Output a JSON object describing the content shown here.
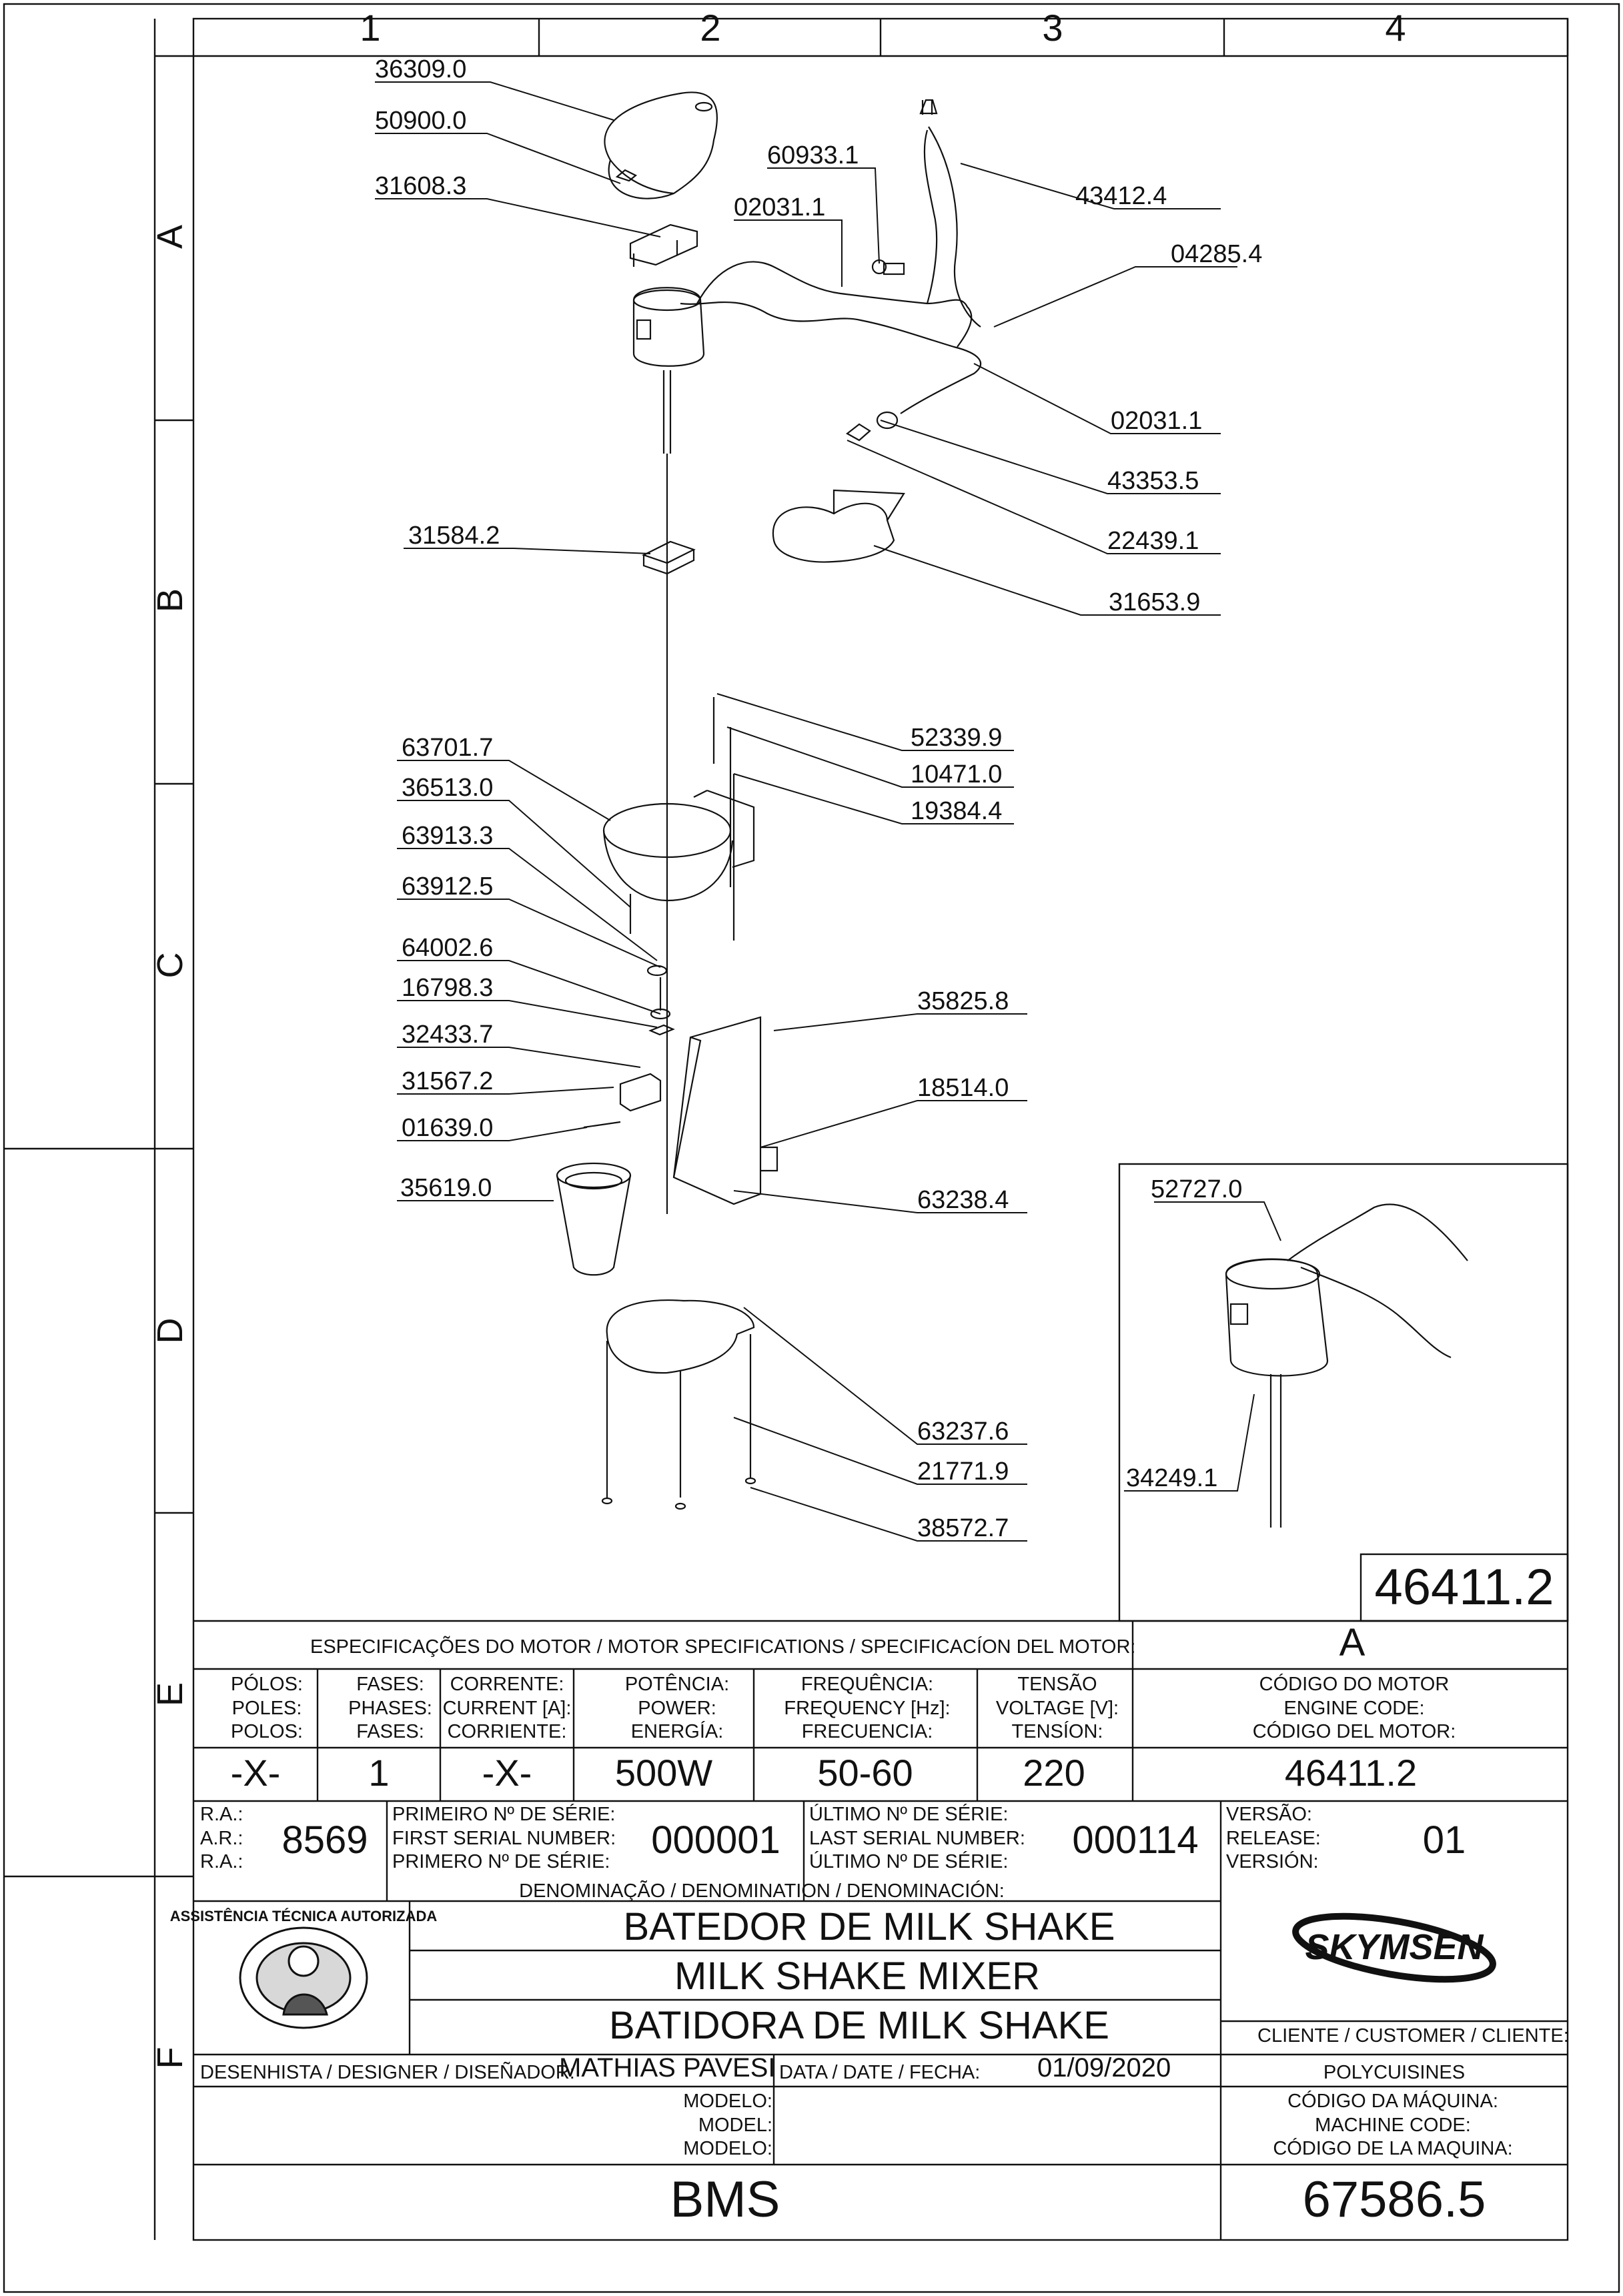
{
  "grid": {
    "columns": [
      "1",
      "2",
      "3",
      "4"
    ],
    "rows": [
      "A",
      "B",
      "C",
      "D",
      "E",
      "F"
    ]
  },
  "callouts": [
    {
      "id": "36309.0"
    },
    {
      "id": "50900.0"
    },
    {
      "id": "31608.3"
    },
    {
      "id": "60933.1"
    },
    {
      "id": "02031.1"
    },
    {
      "id": "43412.4"
    },
    {
      "id": "04285.4"
    },
    {
      "id": "02031.1"
    },
    {
      "id": "43353.5"
    },
    {
      "id": "22439.1"
    },
    {
      "id": "31584.2"
    },
    {
      "id": "31653.9"
    },
    {
      "id": "52339.9"
    },
    {
      "id": "10471.0"
    },
    {
      "id": "19384.4"
    },
    {
      "id": "63701.7"
    },
    {
      "id": "36513.0"
    },
    {
      "id": "63913.3"
    },
    {
      "id": "63912.5"
    },
    {
      "id": "64002.6"
    },
    {
      "id": "16798.3"
    },
    {
      "id": "32433.7"
    },
    {
      "id": "31567.2"
    },
    {
      "id": "01639.0"
    },
    {
      "id": "35825.8"
    },
    {
      "id": "18514.0"
    },
    {
      "id": "35619.0"
    },
    {
      "id": "63238.4"
    },
    {
      "id": "63237.6"
    },
    {
      "id": "21771.9"
    },
    {
      "id": "38572.7"
    }
  ],
  "inset": {
    "callouts": [
      {
        "id": "52727.0"
      },
      {
        "id": "34249.1"
      }
    ],
    "motor_code": "46411.2"
  },
  "motor_spec": {
    "header": "ESPECIFICAÇÕES DO MOTOR / MOTOR SPECIFICATIONS / SPECIFICACÍON DEL MOTOR:",
    "version_letter": "A",
    "columns": [
      {
        "label": "PÓLOS:\nPOLES:\nPOLOS:",
        "value": "-X-"
      },
      {
        "label": "FASES:\nPHASES:\nFASES:",
        "value": "1"
      },
      {
        "label": "CORRENTE:\nCURRENT [A]:\nCORRIENTE:",
        "value": "-X-"
      },
      {
        "label": "POTÊNCIA:\nPOWER:\nENERGÍA:",
        "value": "500W"
      },
      {
        "label": "FREQUÊNCIA:\nFREQUENCY [Hz]:\nFRECUENCIA:",
        "value": "50-60"
      },
      {
        "label": "TENSÃO\nVOLTAGE [V]:\nTENSÍON:",
        "value": "220"
      },
      {
        "label": "CÓDIGO DO MOTOR\nENGINE CODE:\nCÓDIGO DEL MOTOR:",
        "value": "46411.2"
      }
    ]
  },
  "serials": {
    "ra_label": "R.A.:\nA.R.:\nR.A.:",
    "ra_value": "8569",
    "first_label": "PRIMEIRO Nº DE SÉRIE:\nFIRST SERIAL NUMBER:\nPRIMERO Nº DE SÉRIE:",
    "first_value": "000001",
    "last_label": "ÚLTIMO Nº DE SÉRIE:\nLAST SERIAL NUMBER:\nÚLTIMO Nº DE SÉRIE:",
    "last_value": "000114",
    "version_label": "VERSÃO:\nRELEASE:\nVERSIÓN:",
    "version_value": "01"
  },
  "title_block": {
    "denomination_label": "DENOMINAÇÃO / DENOMINATION / DENOMINACIÓN:",
    "names": [
      "BATEDOR DE MILK SHAKE",
      "MILK SHAKE MIXER",
      "BATIDORA DE MILK SHAKE"
    ],
    "seal_text_top": "ASSISTÊNCIA TÉCNICA AUTORIZADA",
    "brand": "SKYMSEN",
    "client_label": "CLIENTE / CUSTOMER / CLIENTE:",
    "client_value": "POLYCUISINES",
    "designer_label": "DESENHISTA / DESIGNER / DISEÑADOR:",
    "designer_value": "MATHIAS PAVESI",
    "date_label": "DATA / DATE / FECHA:",
    "date_value": "01/09/2020",
    "model_label": "MODELO:\nMODEL:\nMODELO:",
    "model_value": "BMS",
    "machine_code_label": "CÓDIGO DA MÁQUINA:\nMACHINE CODE:\nCÓDIGO DE LA MAQUINA:",
    "machine_code_value": "67586.5"
  }
}
